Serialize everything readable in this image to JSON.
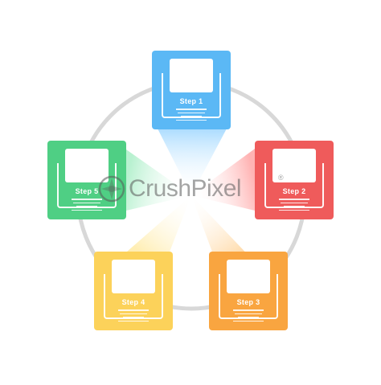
{
  "steps": [
    {
      "label": "Step 1",
      "color": "#5bb8f5",
      "beam": "#8fd0ff"
    },
    {
      "label": "Step 2",
      "color": "#ef5b5b",
      "beam": "#ff9a9a"
    },
    {
      "label": "Step 3",
      "color": "#f9a540",
      "beam": "#ffd090"
    },
    {
      "label": "Step 4",
      "color": "#fcd25a",
      "beam": "#ffe89a"
    },
    {
      "label": "Step 5",
      "color": "#4fcf84",
      "beam": "#a0ecc0"
    }
  ],
  "ring_color": "#d8d8d8",
  "watermark": {
    "text": "CrushPixel",
    "mark": "®"
  }
}
